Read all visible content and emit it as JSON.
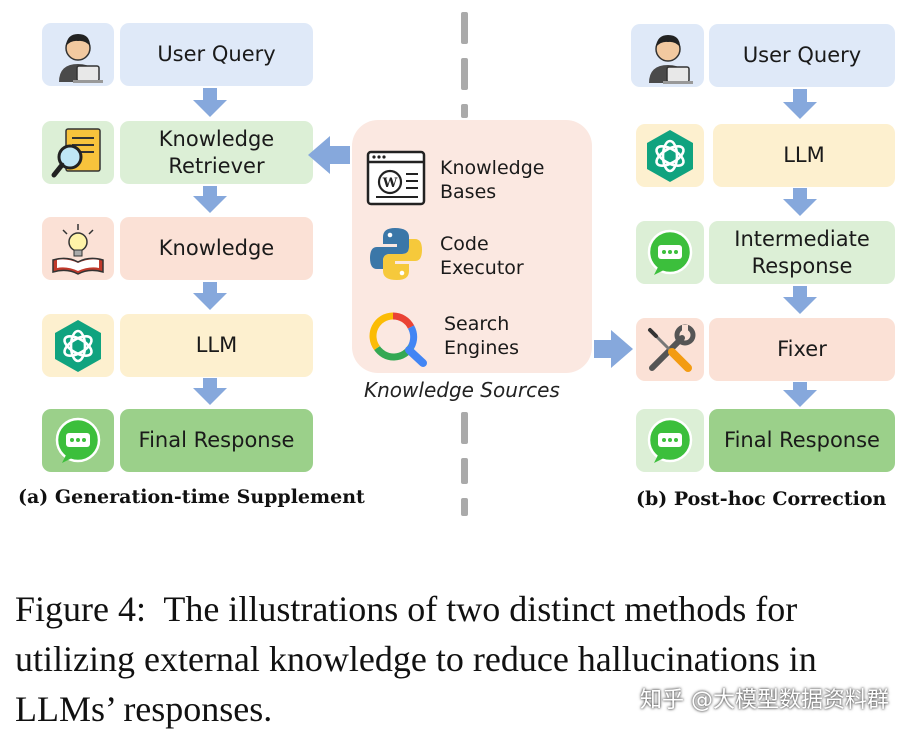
{
  "left_flow": {
    "caption": "(a) Generation-time Supplement",
    "steps": [
      {
        "label": "User Query",
        "icon": "user-laptop-icon"
      },
      {
        "label": "Knowledge\nRetriever",
        "icon": "document-magnifier-icon"
      },
      {
        "label": "Knowledge",
        "icon": "lightbulb-book-icon"
      },
      {
        "label": "LLM",
        "icon": "openai-logo-icon"
      },
      {
        "label": "Final Response",
        "icon": "chat-bubble-icon"
      }
    ]
  },
  "right_flow": {
    "caption": "(b) Post-hoc Correction",
    "steps": [
      {
        "label": "User Query",
        "icon": "user-laptop-icon"
      },
      {
        "label": "LLM",
        "icon": "openai-logo-icon"
      },
      {
        "label": "Intermediate\nResponse",
        "icon": "chat-bubble-icon"
      },
      {
        "label": "Fixer",
        "icon": "wrench-screwdriver-icon"
      },
      {
        "label": "Final Response",
        "icon": "chat-bubble-icon"
      }
    ]
  },
  "knowledge_sources": {
    "title": "Knowledge Sources",
    "items": [
      {
        "label": "Knowledge\nBases",
        "icon": "web-browser-icon"
      },
      {
        "label": "Code\nExecutor",
        "icon": "python-logo-icon"
      },
      {
        "label": "Search\nEngines",
        "icon": "google-search-icon"
      }
    ]
  },
  "figure_caption": {
    "lines": [
      "Figure 4:  The illustrations of two distinct methods for",
      "utilizing external knowledge to reduce hallucinations in",
      "LLMs’ responses."
    ]
  },
  "watermark": "知乎 @大模型数据资料群",
  "colors": {
    "arrow": "#86a8dc",
    "query_box": "#dfe9f8",
    "retriever_box": "#dcefd6",
    "knowledge_box": "#fbe1d6",
    "llm_box": "#fdf0cf",
    "response_box": "#9bd08a",
    "sources_panel": "#fbe8e1"
  }
}
